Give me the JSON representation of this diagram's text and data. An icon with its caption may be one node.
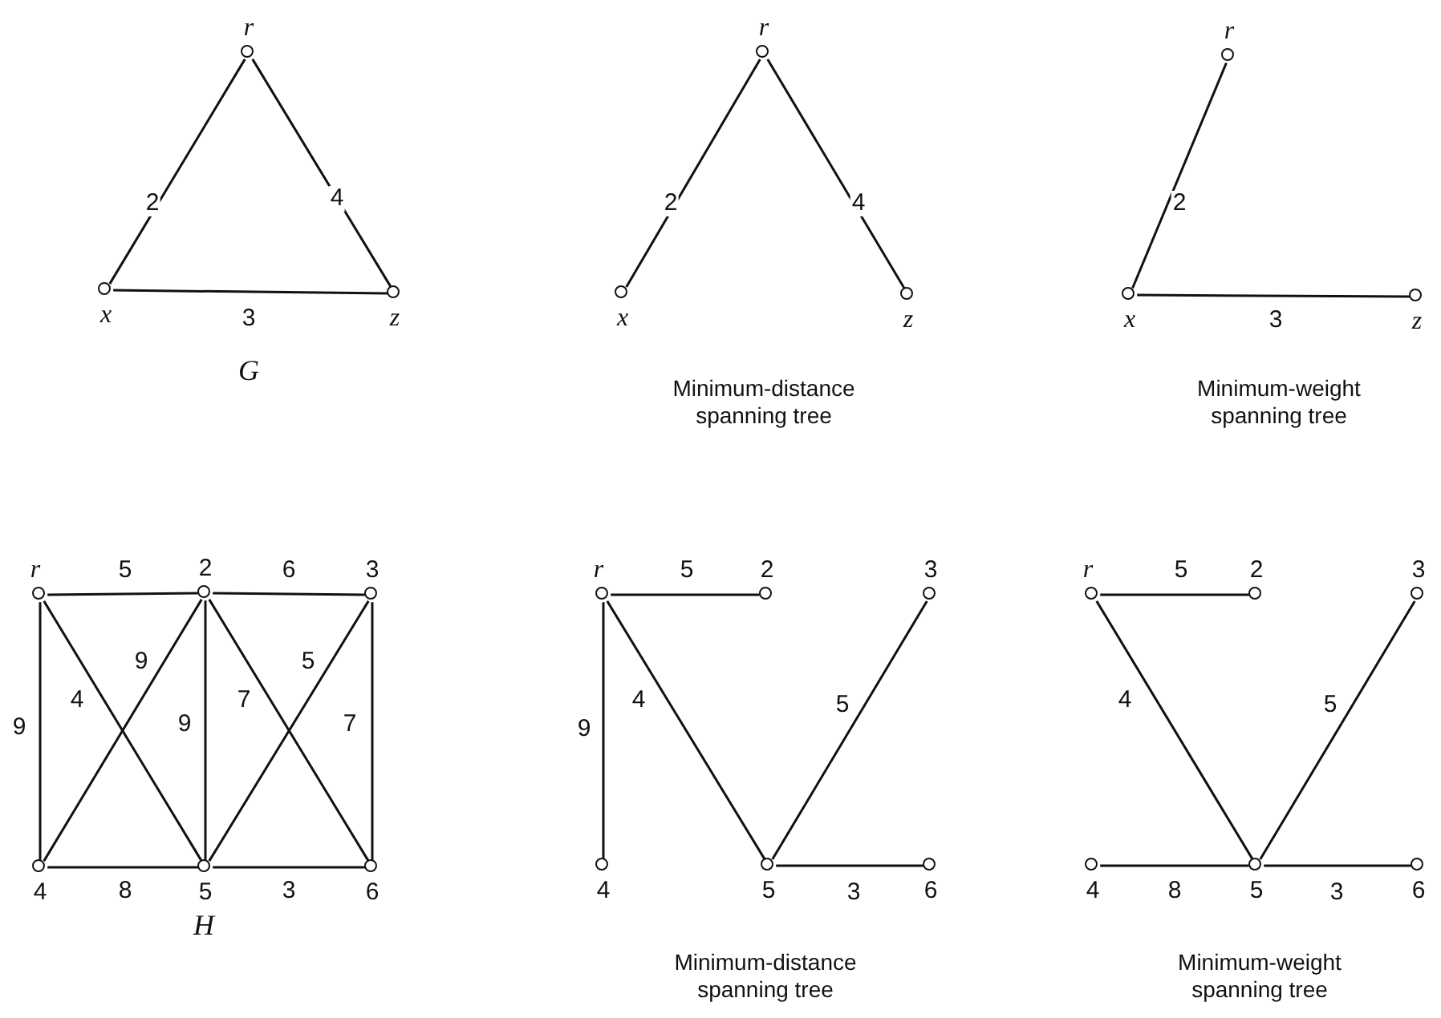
{
  "diagram": {
    "nodes": [
      {
        "text": [],
        "shape": "circle",
        "beside": [
          "r"
        ]
      },
      {
        "text": [],
        "shape": "circle",
        "beside": [
          "x"
        ]
      },
      {
        "text": [],
        "shape": "circle",
        "beside": [
          "z"
        ]
      },
      {
        "text": [],
        "shape": "circle",
        "beside": [
          "r"
        ]
      },
      {
        "text": [],
        "shape": "circle",
        "beside": [
          "x"
        ]
      },
      {
        "text": [],
        "shape": "circle",
        "beside": [
          "z"
        ]
      },
      {
        "text": [],
        "shape": "circle",
        "beside": [
          "r"
        ]
      },
      {
        "text": [],
        "shape": "circle",
        "beside": [
          "x"
        ]
      },
      {
        "text": [],
        "shape": "circle",
        "beside": [
          "z"
        ]
      },
      {
        "text": [],
        "shape": "circle",
        "beside": [
          "r"
        ]
      },
      {
        "text": [],
        "shape": "circle",
        "beside": [
          "2"
        ]
      },
      {
        "text": [],
        "shape": "circle",
        "beside": [
          "3"
        ]
      },
      {
        "text": [],
        "shape": "circle",
        "beside": [
          "4"
        ]
      },
      {
        "text": [],
        "shape": "circle",
        "beside": [
          "5"
        ]
      },
      {
        "text": [],
        "shape": "circle",
        "beside": [
          "6"
        ]
      },
      {
        "text": [],
        "shape": "circle",
        "beside": [
          "r"
        ]
      },
      {
        "text": [],
        "shape": "circle",
        "beside": [
          "2"
        ]
      },
      {
        "text": [],
        "shape": "circle",
        "beside": [
          "3"
        ]
      },
      {
        "text": [],
        "shape": "circle",
        "beside": [
          "4"
        ]
      },
      {
        "text": [],
        "shape": "circle",
        "beside": [
          "5"
        ]
      },
      {
        "text": [],
        "shape": "circle",
        "beside": [
          "6"
        ]
      },
      {
        "text": [],
        "shape": "circle",
        "beside": [
          "r"
        ]
      },
      {
        "text": [],
        "shape": "circle",
        "beside": [
          "2"
        ]
      },
      {
        "text": [],
        "shape": "circle",
        "beside": [
          "3"
        ]
      },
      {
        "text": [],
        "shape": "circle",
        "beside": [
          "4"
        ]
      },
      {
        "text": [],
        "shape": "circle",
        "beside": [
          "5"
        ]
      },
      {
        "text": [],
        "shape": "circle",
        "beside": [
          "6"
        ]
      }
    ],
    "edges": [
      {
        "from": 0,
        "to": 1,
        "arrow": "none",
        "label": "2"
      },
      {
        "from": 0,
        "to": 2,
        "arrow": "none",
        "label": "4"
      },
      {
        "from": 1,
        "to": 2,
        "arrow": "none",
        "label": "3"
      },
      {
        "from": 3,
        "to": 4,
        "arrow": "none",
        "label": "2"
      },
      {
        "from": 3,
        "to": 5,
        "arrow": "none",
        "label": "4"
      },
      {
        "from": 6,
        "to": 7,
        "arrow": "none",
        "label": "2"
      },
      {
        "from": 7,
        "to": 8,
        "arrow": "none",
        "label": "3"
      },
      {
        "from": 9,
        "to": 10,
        "arrow": "none",
        "label": "5"
      },
      {
        "from": 10,
        "to": 11,
        "arrow": "none",
        "label": "6"
      },
      {
        "from": 9,
        "to": 12,
        "arrow": "none",
        "label": "9"
      },
      {
        "from": 9,
        "to": 13,
        "arrow": "none",
        "label": "4"
      },
      {
        "from": 10,
        "to": 12,
        "arrow": "none",
        "label": "9"
      },
      {
        "from": 10,
        "to": 13,
        "arrow": "none",
        "label": "9"
      },
      {
        "from": 10,
        "to": 14,
        "arrow": "none",
        "label": "7"
      },
      {
        "from": 11,
        "to": 13,
        "arrow": "none",
        "label": "5"
      },
      {
        "from": 11,
        "to": 14,
        "arrow": "none",
        "label": "7"
      },
      {
        "from": 12,
        "to": 13,
        "arrow": "none",
        "label": "8"
      },
      {
        "from": 13,
        "to": 14,
        "arrow": "none",
        "label": "3"
      },
      {
        "from": 15,
        "to": 16,
        "arrow": "none",
        "label": "5"
      },
      {
        "from": 15,
        "to": 18,
        "arrow": "none",
        "label": "9"
      },
      {
        "from": 15,
        "to": 19,
        "arrow": "none",
        "label": "4"
      },
      {
        "from": 19,
        "to": 17,
        "arrow": "none",
        "label": "5"
      },
      {
        "from": 19,
        "to": 20,
        "arrow": "none",
        "label": "3"
      },
      {
        "from": 21,
        "to": 22,
        "arrow": "none",
        "label": "5"
      },
      {
        "from": 21,
        "to": 25,
        "arrow": "none",
        "label": "4"
      },
      {
        "from": 25,
        "to": 23,
        "arrow": "none",
        "label": "5"
      },
      {
        "from": 24,
        "to": 25,
        "arrow": "none",
        "label": "8"
      },
      {
        "from": 25,
        "to": 26,
        "arrow": "none",
        "label": "3"
      }
    ],
    "labels": [
      "G",
      "Minimum-distance spanning tree",
      "Minimum-weight spanning tree",
      "H",
      "Minimum-distance spanning tree",
      "Minimum-weight spanning tree"
    ]
  }
}
